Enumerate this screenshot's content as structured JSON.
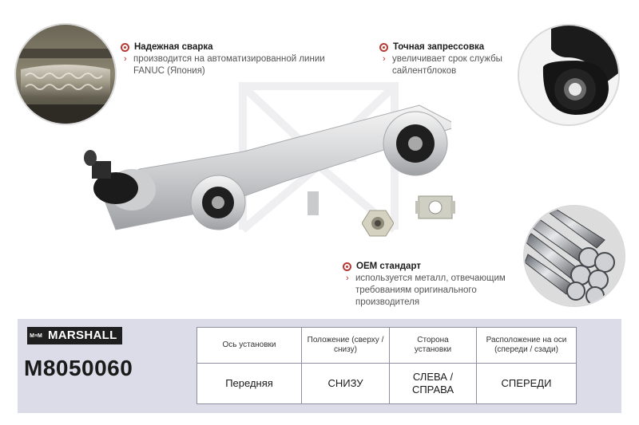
{
  "features": [
    {
      "title": "Надежная сварка",
      "description": "производится на автоматизированной линии FANUC (Япония)"
    },
    {
      "title": "Точная запрессовка",
      "description": "увеличивает срок службы сайлентблоков"
    },
    {
      "title": "OEM стандарт",
      "description": "используется металл, отвечающим требованиям оригинального производителя"
    }
  ],
  "brand": {
    "logo_text": "M≡M",
    "name": "MARSHALL"
  },
  "article_number": "M8050060",
  "specs": {
    "headers": [
      "Ось установки",
      "Положение (сверху / снизу)",
      "Сторона установки",
      "Расположение на оси (спереди / сзади)"
    ],
    "values": [
      "Передняя",
      "СНИЗУ",
      "СЛЕВА / СПРАВА",
      "СПЕРЕДИ"
    ]
  },
  "colors": {
    "accent": "#b83a34",
    "panel": "#dcdce8",
    "brand_bg": "#1f1f1f"
  },
  "icons": [
    "bullet-dot-icon",
    "chevron-right-icon"
  ]
}
